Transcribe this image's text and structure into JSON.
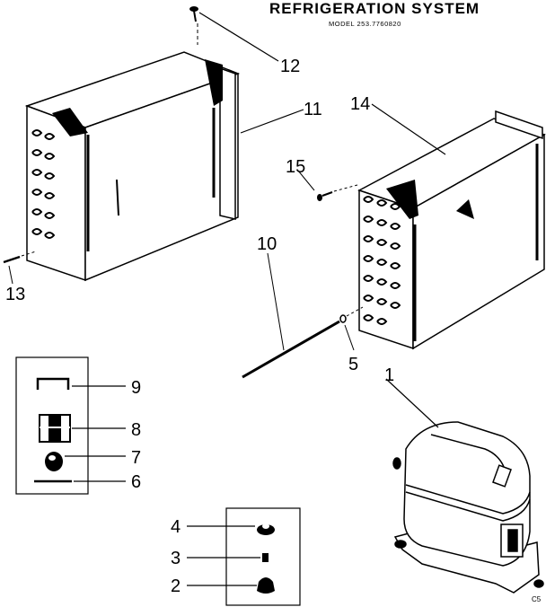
{
  "header": {
    "title": "REFRIGERATION SYSTEM",
    "model": "MODEL 253.7760820"
  },
  "callouts": {
    "c1": "1",
    "c2": "2",
    "c3": "3",
    "c4": "4",
    "c5": "5",
    "c6": "6",
    "c7": "7",
    "c8": "8",
    "c9": "9",
    "c10": "10",
    "c11": "11",
    "c12": "12",
    "c13": "13",
    "c14": "14",
    "c15": "15"
  },
  "corner_mark": "C5"
}
